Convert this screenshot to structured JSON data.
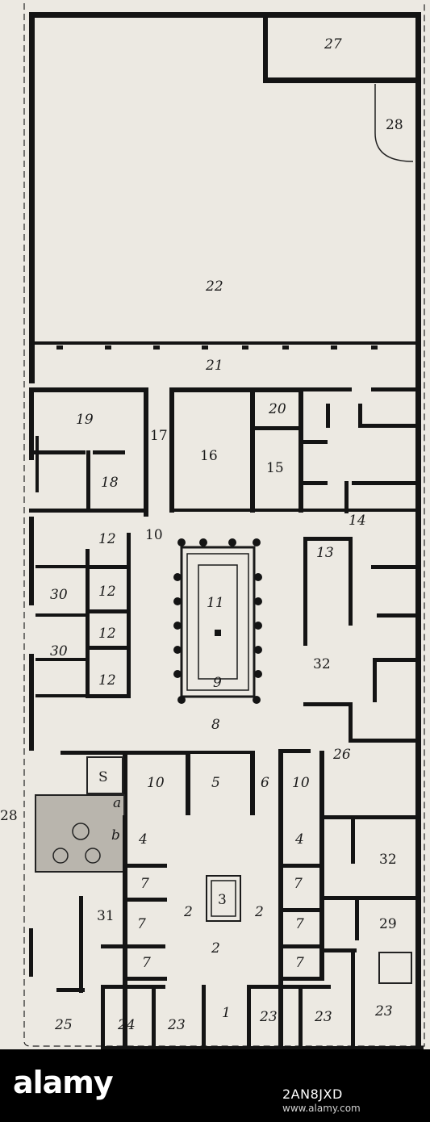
{
  "plan": {
    "labels": {
      "r27": "27",
      "r28_top": "28",
      "r22": "22",
      "r21": "21",
      "r19": "19",
      "r17": "17",
      "r16": "16",
      "r20": "20",
      "r15": "15",
      "r18": "18",
      "r10_hall": "10",
      "r14": "14",
      "r12_a": "12",
      "r12_b": "12",
      "r12_c": "12",
      "r12_d": "12",
      "r30_a": "30",
      "r30_b": "30",
      "r11": "11",
      "r9": "9",
      "r13": "13",
      "r32_a": "32",
      "r8": "8",
      "r26": "26",
      "r10_left": "10",
      "r5": "5",
      "r6": "6",
      "r10_right": "10",
      "r28_side": "28",
      "r4_left": "4",
      "r4_right": "4",
      "r32_b": "32",
      "ra": "a",
      "rb": "b",
      "r31": "31",
      "r7_l1": "7",
      "r7_l2": "7",
      "r7_l3": "7",
      "r7_r1": "7",
      "r7_r2": "7",
      "r7_r3": "7",
      "r3": "3",
      "r2_l": "2",
      "r2_r": "2",
      "r2_b": "2",
      "r29": "29",
      "r25": "25",
      "r24": "24",
      "r23_a": "23",
      "r1": "1",
      "r23_b": "23",
      "r23_c": "23",
      "r23_d": "23"
    }
  },
  "footer": {
    "brand": "alamy",
    "code": "2AN8JXD",
    "url": "www.alamy.com"
  }
}
